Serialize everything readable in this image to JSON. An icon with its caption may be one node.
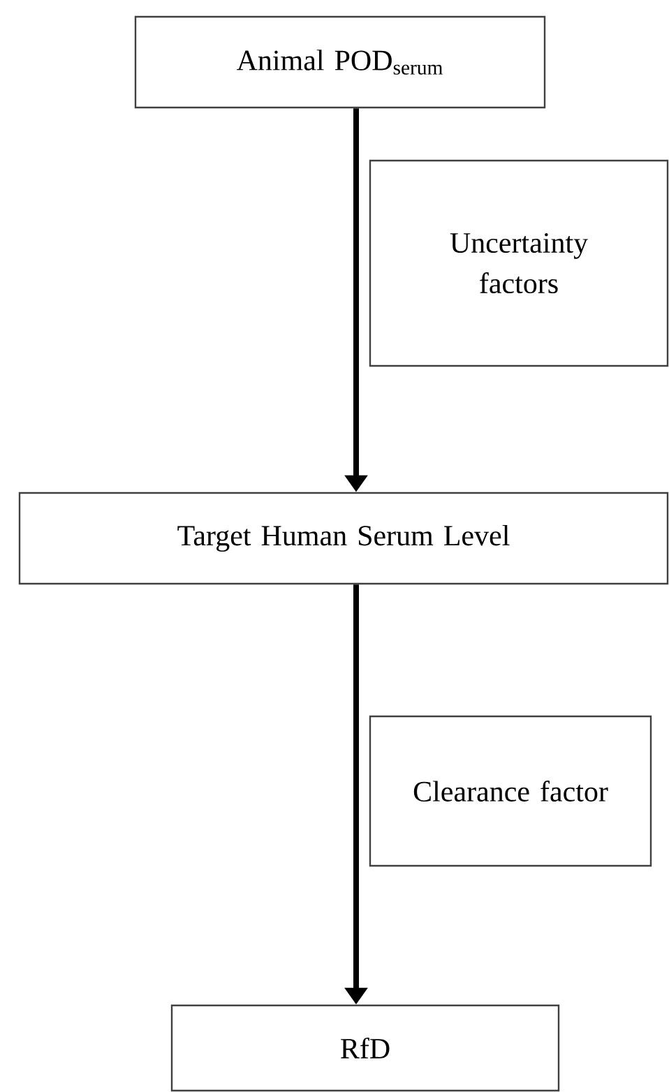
{
  "diagram": {
    "nodes": [
      {
        "text": [
          "Animal POD$_{serum}$"
        ]
      },
      {
        "text": [
          "Uncertainty factors"
        ]
      },
      {
        "text": [
          "Target Human Serum Level"
        ]
      },
      {
        "text": [
          "Clearance factor"
        ]
      },
      {
        "text": [
          "RfD"
        ]
      }
    ],
    "edges": [
      {
        "from": 0,
        "to": 2,
        "arrow": "to"
      },
      {
        "from": 2,
        "to": 4,
        "arrow": "to"
      }
    ]
  }
}
